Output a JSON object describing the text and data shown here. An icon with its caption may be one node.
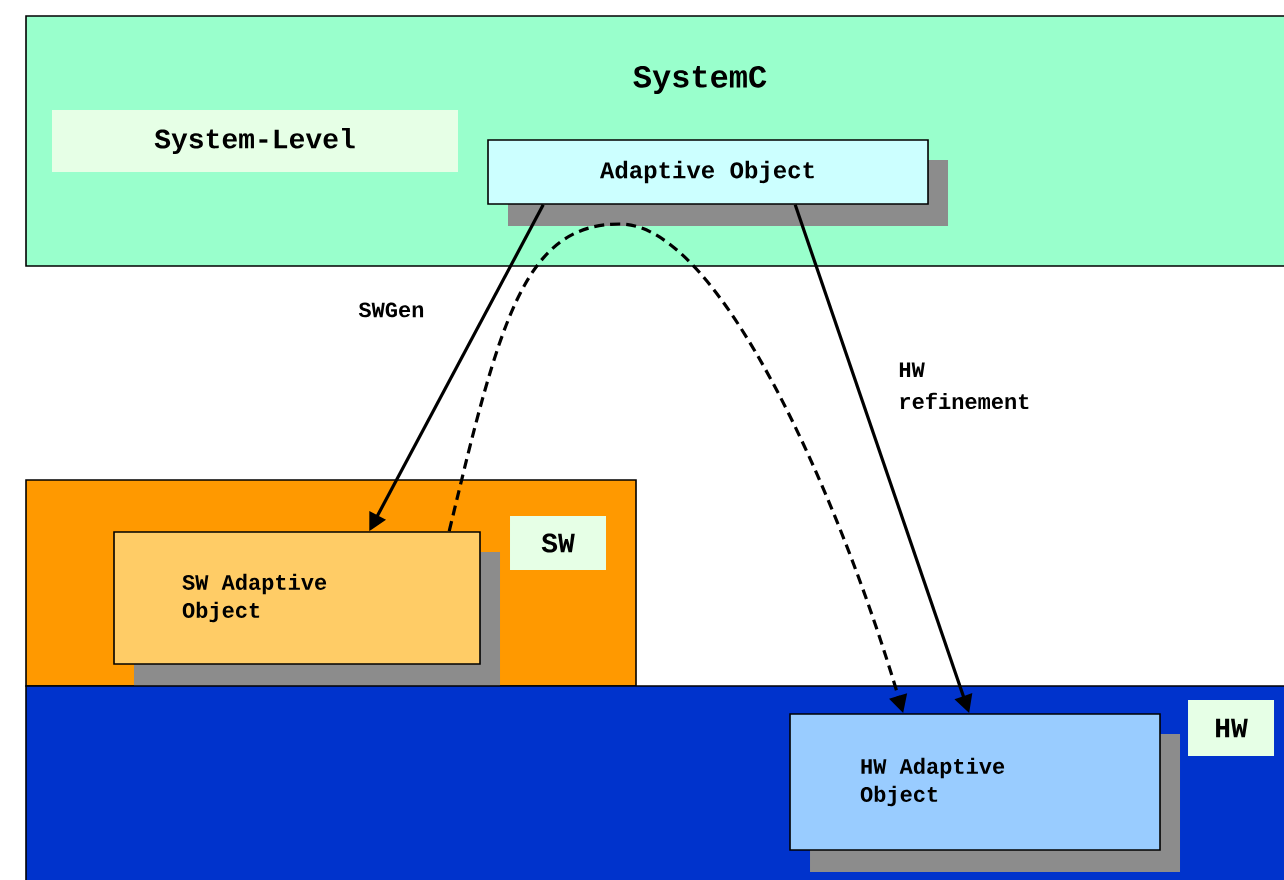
{
  "diagram": {
    "nodes": [
      {
        "text": [
          "SystemC"
        ]
      },
      {
        "text": [
          "System-Level"
        ],
        "in": 0
      },
      {
        "text": [
          "Adaptive Object"
        ],
        "in": 0
      },
      {
        "text": [],
        "shape": "box"
      },
      {
        "text": [
          "SW"
        ],
        "in": 3
      },
      {
        "text": [
          "SW Adaptive Object"
        ],
        "in": 3
      },
      {
        "text": [],
        "shape": "box"
      },
      {
        "text": [
          "HW"
        ],
        "in": 6
      },
      {
        "text": [
          "HW Adaptive Object"
        ],
        "in": 6
      }
    ],
    "edges": [
      {
        "from": 2,
        "to": 5,
        "arrow": "to",
        "label": "SWGen"
      },
      {
        "from": 5,
        "to": 8,
        "arrow": "to",
        "style": "dashed"
      },
      {
        "from": 2,
        "to": 8,
        "arrow": "to",
        "label": "HW refinement"
      }
    ]
  }
}
